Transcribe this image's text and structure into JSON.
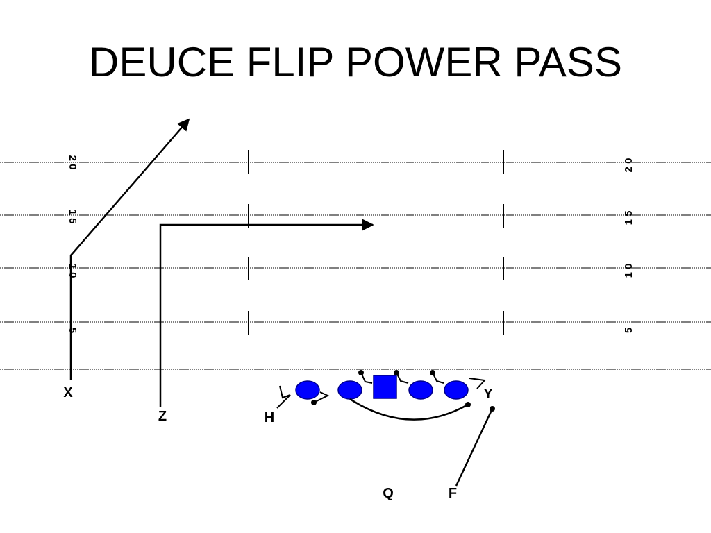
{
  "slide": {
    "title": "DEUCE FLIP POWER PASS"
  },
  "yard_lines": [
    {
      "left_label": "2 0",
      "right_label": "2 0"
    },
    {
      "left_label": "1 5",
      "right_label": "1 5"
    },
    {
      "left_label": "1 0",
      "right_label": "1 0"
    },
    {
      "left_label": "5",
      "right_label": "5"
    },
    {
      "left_label": "",
      "right_label": ""
    }
  ],
  "players": {
    "x": "X",
    "z": "Z",
    "h": "H",
    "y": "Y",
    "q": "Q",
    "f": "F"
  },
  "colors": {
    "lineman_fill": "#0000ff",
    "lineman_stroke": "#00008b",
    "route_stroke": "#000000",
    "yard_line": "#000000"
  }
}
